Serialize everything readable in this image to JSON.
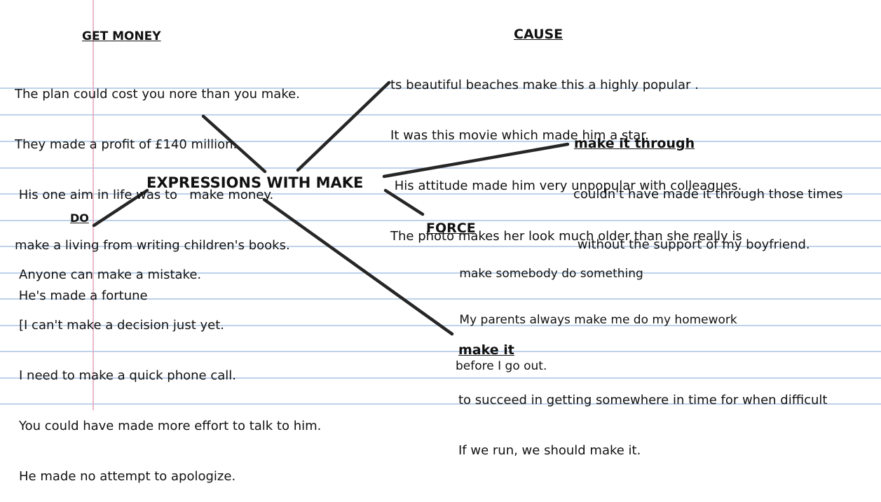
{
  "center": "EXPRESSIONS WITH MAKE",
  "branches": {
    "get_money": {
      "heading": "GET MONEY",
      "lines": [
        "The plan could cost you nore than you make.",
        "They made a profit of £140 million.",
        " His one aim in life was to   make money.",
        "make a living from writing children's books.",
        " He's made a fortune"
      ]
    },
    "cause": {
      "heading": "CAUSE",
      "lines": [
        "ts beautiful beaches make this a highly popular .",
        "It was this movie which made him a star.",
        " His attitude made him very unpopular with colleagues.",
        "The photo makes her look much older than she really is"
      ]
    },
    "make_it_through": {
      "heading": "make it through",
      "lines": [
        "couldn't have made it through those times",
        " without the support of my boyfriend."
      ]
    },
    "do": {
      "heading": "DO",
      "lines": [
        "Anyone can make a mistake.",
        "[I can't make a decision just yet.",
        "I need to make a quick phone call.",
        "You could have made more effort to talk to him.",
        "He made no attempt to apologize."
      ]
    },
    "force": {
      "heading": "FORCE",
      "lines": [
        " make somebody do something",
        " My parents always make me do my homework",
        "before I go out."
      ]
    },
    "make_it": {
      "heading": "make it",
      "lines": [
        "to succeed in getting somewhere in time for when difficult",
        "If we run, we should make it."
      ]
    }
  },
  "colors": {
    "rule": "#a9c3e3",
    "margin": "#e8a8bd",
    "connector": "#262626"
  }
}
